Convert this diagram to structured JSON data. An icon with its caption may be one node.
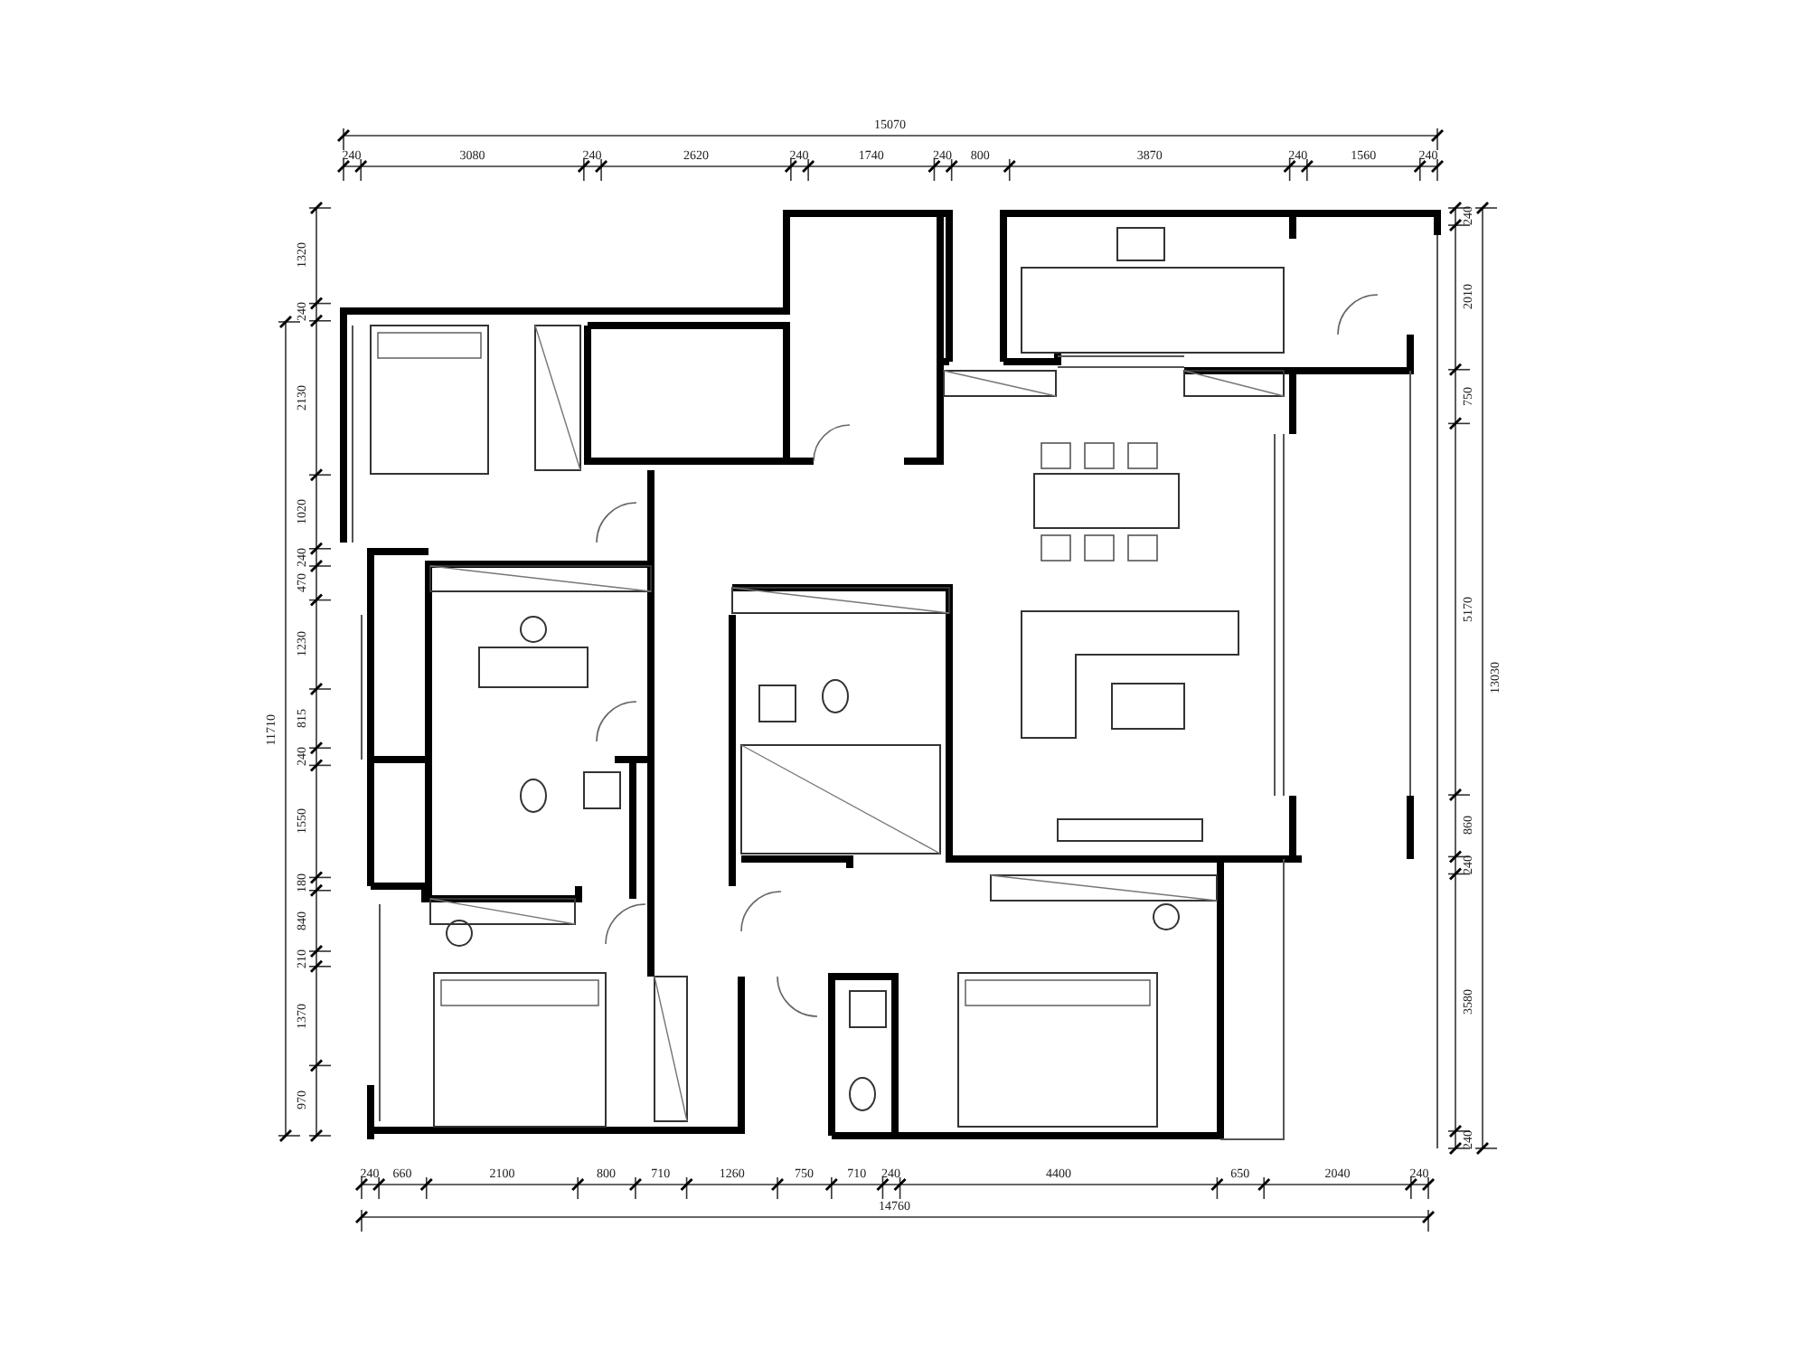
{
  "diagram": {
    "labels": [
      "15070",
      "240",
      "3080",
      "240",
      "2620",
      "240",
      "1740",
      "240",
      "800",
      "3870",
      "240",
      "1560",
      "240",
      "1320",
      "240",
      "2130",
      "1020",
      "240",
      "470",
      "1230",
      "815",
      "240",
      "1550",
      "180",
      "840",
      "210",
      "1370",
      "970",
      "11710",
      "240",
      "2010",
      "750",
      "5170",
      "860",
      "240",
      "3580",
      "240",
      "13030",
      "240",
      "660",
      "2100",
      "800",
      "710",
      "1260",
      "750",
      "710",
      "240",
      "4400",
      "650",
      "2040",
      "240",
      "14760"
    ]
  }
}
